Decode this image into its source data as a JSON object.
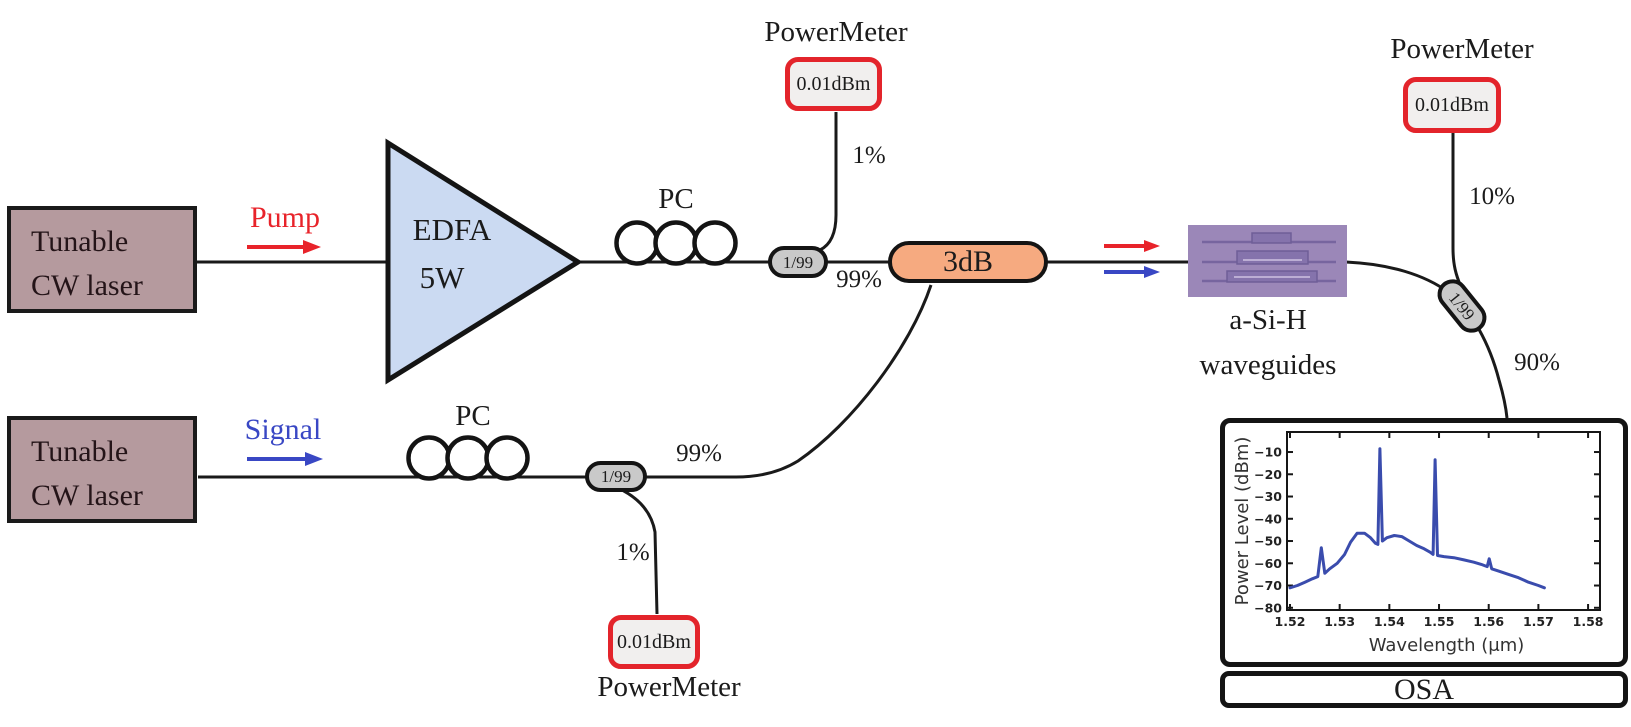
{
  "colors": {
    "laser_fill": "#b59a9e",
    "edfa_fill": "#cbdaf2",
    "splitter_fill": "#c9c9c9",
    "coupler_fill": "#f6aa80",
    "powermeter_border": "#e3242b",
    "powermeter_fill": "#f1efee",
    "waveguide_fill": "#9b87b8",
    "pump_color": "#e8232a",
    "signal_color": "#3947c4",
    "fiber_color": "#1a1a1a",
    "trace_color": "#3a4cad"
  },
  "pump_branch": {
    "source_line1": "Tunable",
    "source_line2": "CW laser",
    "beam_label": "Pump",
    "amplifier_line1": "EDFA",
    "amplifier_line2": "5W",
    "pc_label": "PC",
    "splitter_label": "1/99",
    "tap_percent": "1%",
    "through_percent": "99%",
    "powermeter_title": "PowerMeter",
    "powermeter_reading": "0.01dBm"
  },
  "signal_branch": {
    "source_line1": "Tunable",
    "source_line2": "CW laser",
    "beam_label": "Signal",
    "pc_label": "PC",
    "splitter_label": "1/99",
    "tap_percent": "1%",
    "through_percent": "99%",
    "powermeter_title": "PowerMeter",
    "powermeter_reading": "0.01dBm"
  },
  "combiner_label": "3dB",
  "dut_line1": "a-Si-H",
  "dut_line2": "waveguides",
  "output_branch": {
    "splitter_label": "1/99",
    "tap_percent": "10%",
    "through_percent": "90%",
    "powermeter_title": "PowerMeter",
    "powermeter_reading": "0.01dBm"
  },
  "osa_label": "OSA",
  "chart_data": {
    "type": "line",
    "title": "",
    "xlabel": "Wavelength (μm)",
    "ylabel": "Power Level (dBm)",
    "xlim": [
      1.5194,
      1.5824
    ],
    "ylim": [
      -81,
      -1
    ],
    "x_ticks": [
      1.52,
      1.53,
      1.54,
      1.55,
      1.56,
      1.57,
      1.58
    ],
    "x_tick_labels": [
      "1.52",
      "1.53",
      "1.54",
      "1.55",
      "1.56",
      "1.57",
      "1.58"
    ],
    "y_ticks": [
      -10,
      -20,
      -30,
      -40,
      -50,
      -60,
      -70,
      -80
    ],
    "y_tick_labels": [
      "−10",
      "−20",
      "−30",
      "−40",
      "−50",
      "−60",
      "−70",
      "−80"
    ],
    "grid": false,
    "legend_position": "none",
    "series": [
      {
        "name": "OSA output spectrum",
        "color": "#3a4cad",
        "points": [
          [
            1.52,
            -71
          ],
          [
            1.5215,
            -70
          ],
          [
            1.523,
            -68.5
          ],
          [
            1.5245,
            -67
          ],
          [
            1.5256,
            -66
          ],
          [
            1.5263,
            -53
          ],
          [
            1.527,
            -64.5
          ],
          [
            1.528,
            -62.5
          ],
          [
            1.5295,
            -60
          ],
          [
            1.531,
            -56
          ],
          [
            1.5322,
            -50.5
          ],
          [
            1.5335,
            -46.5
          ],
          [
            1.535,
            -46.5
          ],
          [
            1.5362,
            -48.5
          ],
          [
            1.5372,
            -51
          ],
          [
            1.5377,
            -51.5
          ],
          [
            1.5381,
            -8.5
          ],
          [
            1.5386,
            -50
          ],
          [
            1.5395,
            -48.5
          ],
          [
            1.541,
            -47.5
          ],
          [
            1.5425,
            -48
          ],
          [
            1.544,
            -50
          ],
          [
            1.5455,
            -52
          ],
          [
            1.547,
            -53.5
          ],
          [
            1.5482,
            -55
          ],
          [
            1.5488,
            -56
          ],
          [
            1.5492,
            -13.5
          ],
          [
            1.5497,
            -56.5
          ],
          [
            1.551,
            -57
          ],
          [
            1.553,
            -57.5
          ],
          [
            1.555,
            -58.5
          ],
          [
            1.557,
            -59.5
          ],
          [
            1.5585,
            -60.5
          ],
          [
            1.5597,
            -61.5
          ],
          [
            1.5601,
            -58
          ],
          [
            1.5606,
            -62.5
          ],
          [
            1.562,
            -63.5
          ],
          [
            1.564,
            -65
          ],
          [
            1.566,
            -66.5
          ],
          [
            1.568,
            -68.5
          ],
          [
            1.57,
            -70
          ],
          [
            1.5712,
            -71
          ]
        ]
      }
    ]
  }
}
